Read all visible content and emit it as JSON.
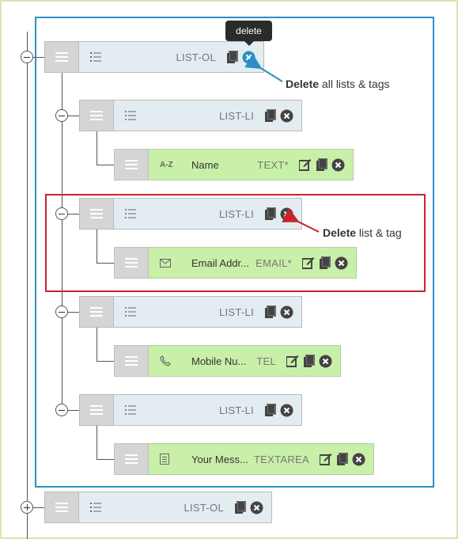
{
  "tooltip": {
    "text": "delete"
  },
  "annotations": {
    "top": {
      "bold": "Delete",
      "rest": " all lists & tags",
      "color": "#2b8fc6"
    },
    "mid": {
      "bold": "Delete",
      "rest": " list & tag",
      "color": "#c9242d"
    }
  },
  "rows": {
    "ol1": {
      "type": "LIST-OL",
      "icon": "ordered-list-icon"
    },
    "li1": {
      "type": "LIST-LI",
      "icon": "unordered-list-icon"
    },
    "f1": {
      "label": "Name",
      "type": "TEXT*",
      "icon": "text-az-icon",
      "icon_text": "A-Z"
    },
    "li2": {
      "type": "LIST-LI",
      "icon": "unordered-list-icon"
    },
    "f2": {
      "label": "Email Addr...",
      "type": "EMAIL*",
      "icon": "envelope-icon"
    },
    "li3": {
      "type": "LIST-LI",
      "icon": "unordered-list-icon"
    },
    "f3": {
      "label": "Mobile Nu...",
      "type": "TEL",
      "icon": "phone-icon"
    },
    "li4": {
      "type": "LIST-LI",
      "icon": "unordered-list-icon"
    },
    "f4": {
      "label": "Your Mess...",
      "type": "TEXTAREA",
      "icon": "textarea-icon"
    },
    "ol2": {
      "type": "LIST-OL",
      "icon": "ordered-list-icon"
    }
  },
  "colors": {
    "selected_border": "#2b8fc6",
    "highlight_border": "#c9242d",
    "field_bg": "#c8f0a8",
    "list_bg": "#e3ecf1"
  }
}
